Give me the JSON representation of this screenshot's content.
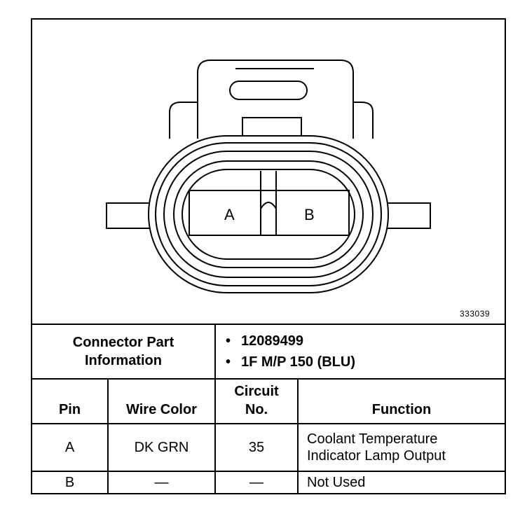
{
  "diagram": {
    "pin_a_label": "A",
    "pin_b_label": "B",
    "figure_id": "333039"
  },
  "connector_info": {
    "label_line1": "Connector Part",
    "label_line2": "Information",
    "part_numbers": [
      "12089499",
      "1F M/P 150 (BLU)"
    ]
  },
  "table": {
    "headers": {
      "pin": "Pin",
      "wire_color": "Wire Color",
      "circuit_line1": "Circuit",
      "circuit_line2": "No.",
      "function": "Function"
    },
    "rows": [
      {
        "pin": "A",
        "wire_color": "DK GRN",
        "circuit": "35",
        "function_line1": "Coolant Temperature",
        "function_line2": "Indicator Lamp Output"
      },
      {
        "pin": "B",
        "wire_color": "—",
        "circuit": "—",
        "function_line1": "Not Used",
        "function_line2": ""
      }
    ]
  }
}
